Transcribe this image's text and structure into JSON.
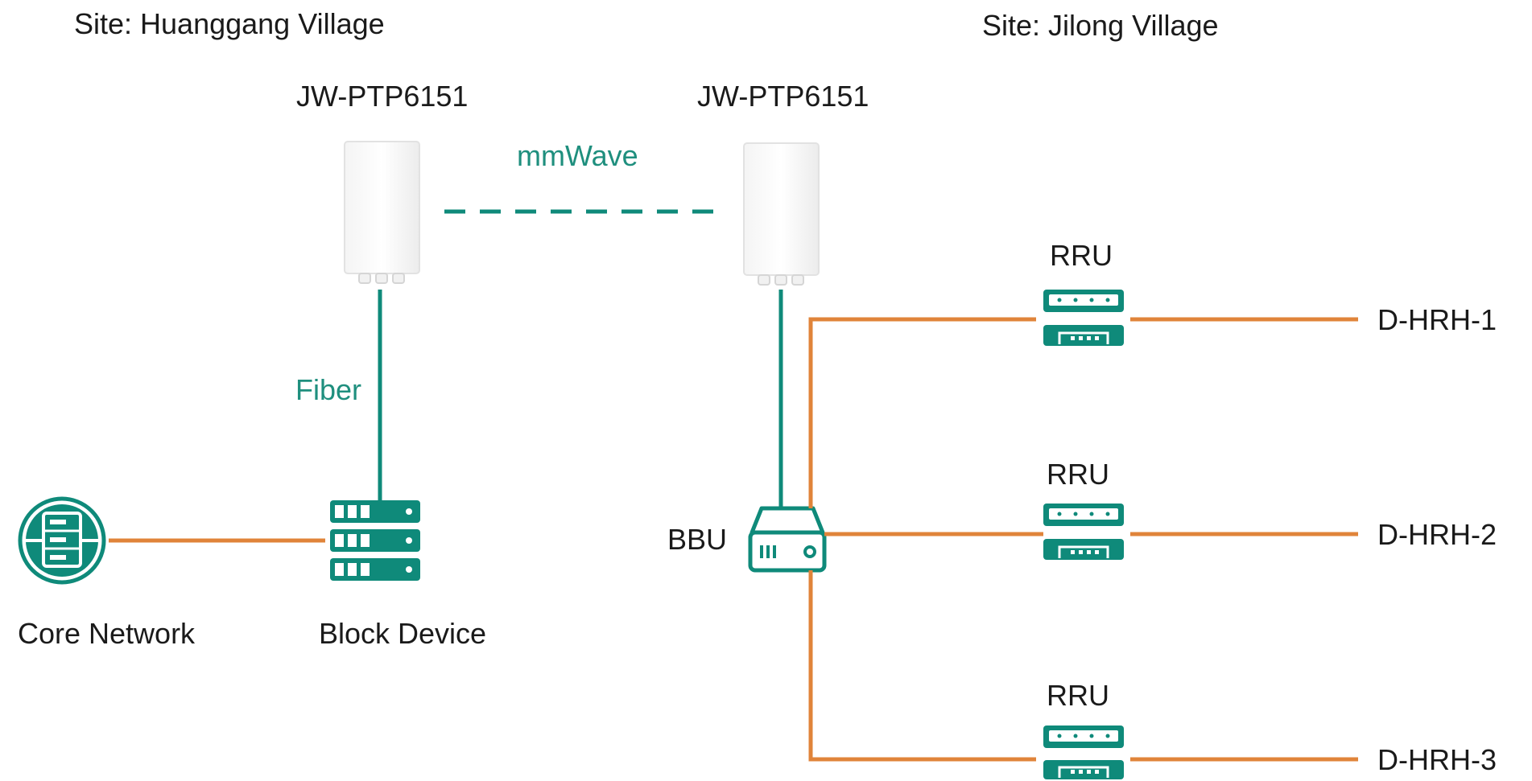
{
  "sites": {
    "left": "Site: Huanggang Village",
    "right": "Site: Jilong Village"
  },
  "devices": {
    "radio_left": "JW-PTP6151",
    "radio_right": "JW-PTP6151",
    "core_network": "Core Network",
    "block_device": "Block Device",
    "bbu": "BBU",
    "rru_1": "RRU",
    "rru_2": "RRU",
    "rru_3": "RRU",
    "dhrh_1": "D-HRH-1",
    "dhrh_2": "D-HRH-2",
    "dhrh_3": "D-HRH-3"
  },
  "links": {
    "wireless": "mmWave",
    "fiber": "Fiber"
  },
  "colors": {
    "teal": "#0f8a7a",
    "orange": "#e0843a",
    "label": "#1a1a1a"
  }
}
